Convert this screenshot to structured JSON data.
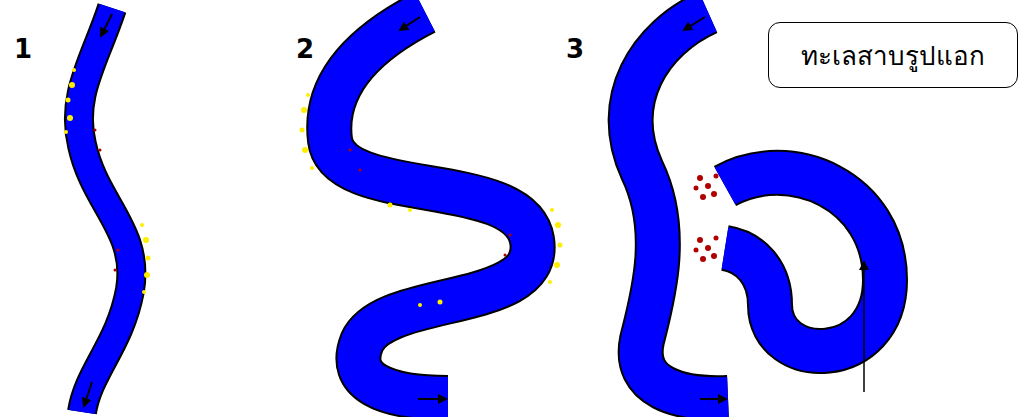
{
  "diagram": {
    "nodes": [
      {
        "text": [
          "ทะเลสาบรูปแอก"
        ]
      }
    ],
    "labels": [
      "1",
      "2",
      "3"
    ]
  }
}
